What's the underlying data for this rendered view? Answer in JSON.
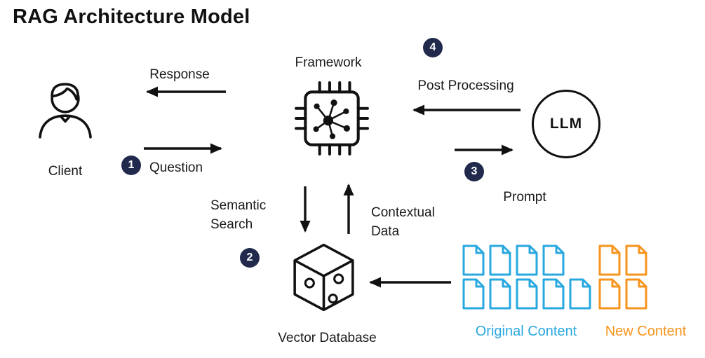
{
  "title": "RAG Architecture Model",
  "colors": {
    "ink": "#111111",
    "badge_navy": "#212a4d",
    "doc_blue": "#29a8e0",
    "doc_orange": "#f7941d"
  },
  "nodes": {
    "client": {
      "label": "Client",
      "icon": "person-icon"
    },
    "framework": {
      "label": "Framework",
      "icon": "chip-icon"
    },
    "llm": {
      "label": "LLM",
      "icon": "circle-outline"
    },
    "vector_database": {
      "label": "Vector Database",
      "icon": "cube-icon"
    }
  },
  "steps": {
    "question": {
      "num": "1",
      "label": "Question"
    },
    "semantic_search": {
      "num": "2",
      "label": "Semantic Search"
    },
    "prompt": {
      "num": "3",
      "label": "Prompt"
    },
    "post_processing": {
      "num": "4",
      "label": "Post Processing"
    }
  },
  "labels": {
    "response": "Response",
    "contextual_data": "Contextual Data"
  },
  "documents": {
    "original": {
      "label": "Original Content",
      "row1_count": 4,
      "row2_count": 5
    },
    "new": {
      "label": "New Content",
      "row1_count": 2,
      "row2_count": 2
    }
  }
}
